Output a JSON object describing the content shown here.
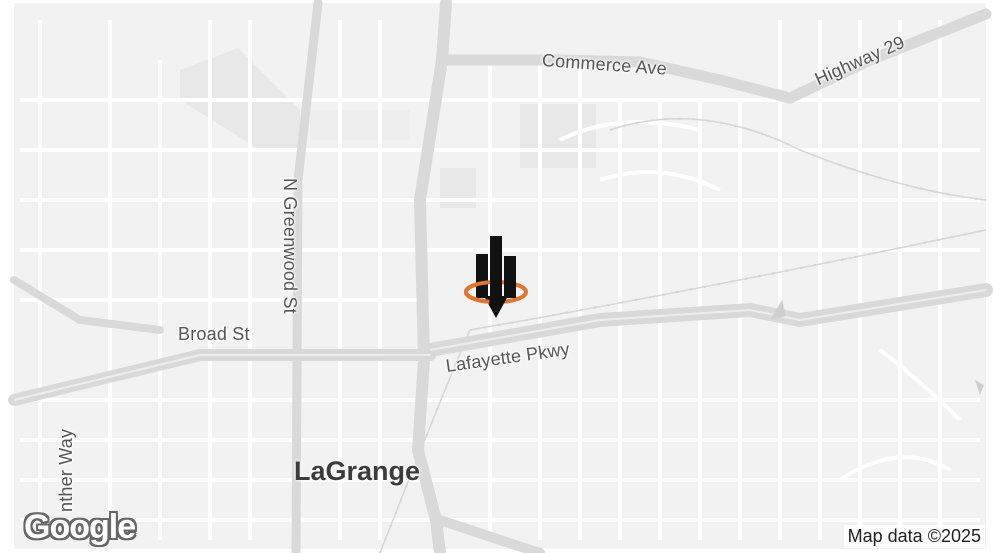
{
  "map": {
    "city_label": "LaGrange",
    "street_labels": {
      "commerce": "Commerce Ave",
      "highway": "Highway 29",
      "greenwood": "N Greenwood St",
      "broad": "Broad St",
      "lafayette": "Lafayette Pkwy",
      "panther": "nther Way"
    },
    "attribution": "Map data ©2025",
    "logo": "Google",
    "marker_icon": "building-location-pin-icon",
    "colors": {
      "background": "#f2f2f2",
      "major_road": "#d9d9d9",
      "minor_road": "#ffffff",
      "block": "#e8e8e8",
      "marker_accent": "#e2752e"
    }
  }
}
